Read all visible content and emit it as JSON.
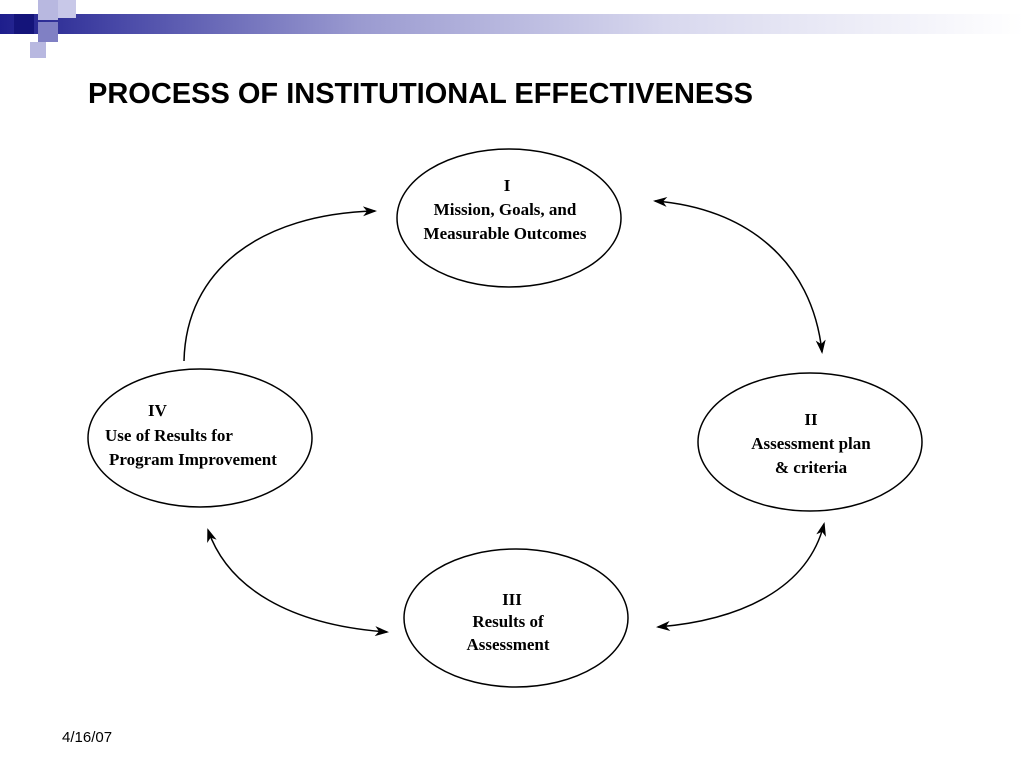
{
  "slide": {
    "title": "PROCESS OF INSTITUTIONAL EFFECTIVENESS",
    "date": "4/16/07"
  },
  "nodes": {
    "node1": {
      "numeral": "I",
      "line1": "Mission, Goals, and",
      "line2": "Measurable Outcomes"
    },
    "node2": {
      "numeral": "II",
      "line1": "Assessment plan",
      "line2": "& criteria"
    },
    "node3": {
      "numeral": "III",
      "line1": "Results of",
      "line2": "Assessment"
    },
    "node4": {
      "numeral": "IV",
      "line1": "Use of Results for",
      "line2": "Program Improvement"
    }
  },
  "colors": {
    "banner_dark": "#1e1e8c",
    "stroke": "#000000"
  }
}
